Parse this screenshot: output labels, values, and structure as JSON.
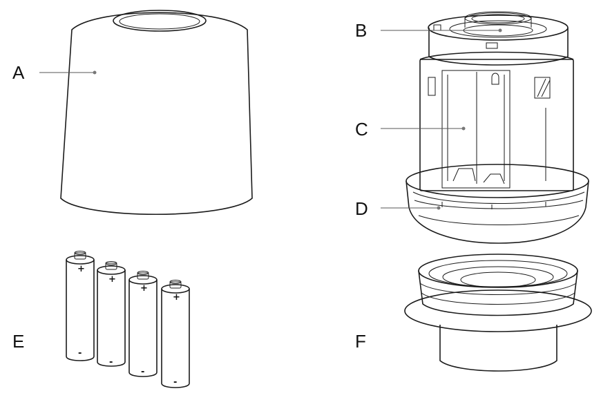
{
  "diagram": {
    "labels": {
      "a": "A",
      "b": "B",
      "c": "C",
      "d": "D",
      "e": "E",
      "f": "F"
    },
    "battery_marks": {
      "positive": "+",
      "negative": "-"
    },
    "colors": {
      "line": "#1a1a1a",
      "leader": "#555555",
      "dot": "#777777",
      "background": "#ffffff"
    }
  }
}
